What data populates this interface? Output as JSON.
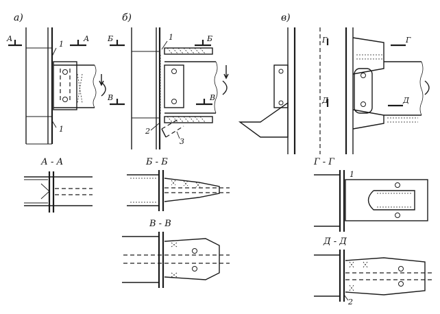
{
  "labels": {
    "a": "а)",
    "b": "б)",
    "v": "в)",
    "sec_A": "А",
    "sec_B": "Б",
    "sec_V": "В",
    "sec_G": "Г",
    "sec_D": "Д",
    "title_AA": "А - А",
    "title_BB": "Б - Б",
    "title_VV": "В - В",
    "title_GG": "Г - Г",
    "title_DD": "Д - Д",
    "n1": "1",
    "n2": "2",
    "n3": "3"
  }
}
